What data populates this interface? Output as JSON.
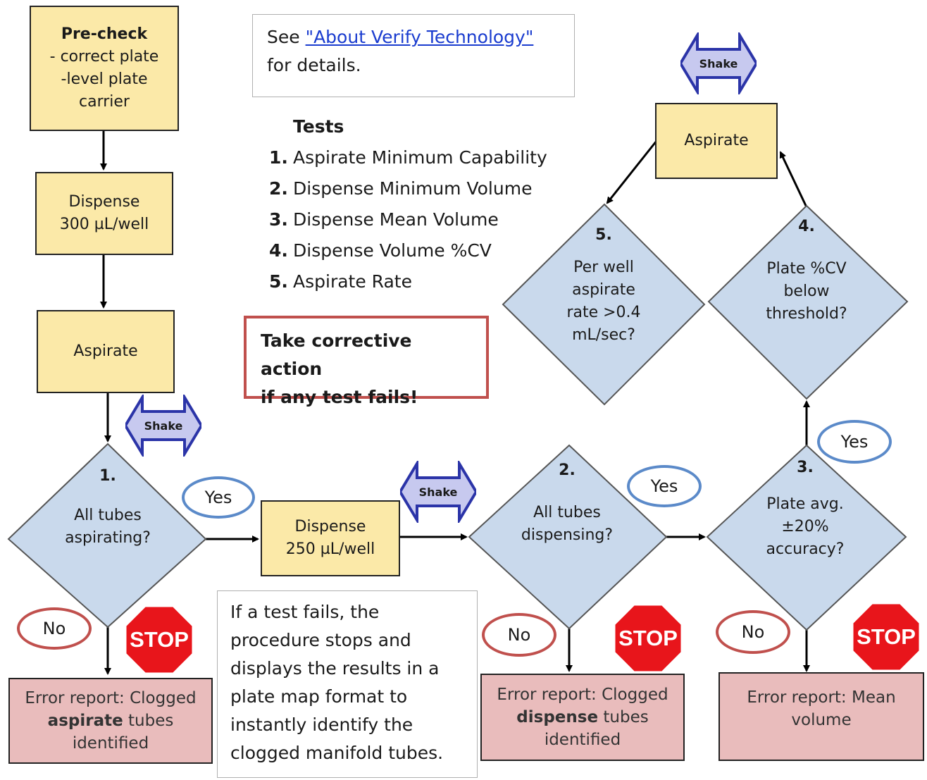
{
  "precheck": {
    "title": "Pre-check",
    "line1": "- correct plate",
    "line2": "-level plate",
    "line3": "carrier"
  },
  "dispense300": {
    "line1": "Dispense",
    "line2": "300 µL/well"
  },
  "aspirate_left": {
    "label": "Aspirate"
  },
  "aspirate_top": {
    "label": "Aspirate"
  },
  "dispense250": {
    "line1": "Dispense",
    "line2": "250 µL/well"
  },
  "shake_label": "Shake",
  "see_note": {
    "prefix": "See ",
    "link": "\"About  Verify Technology\"",
    "suffix": "for details."
  },
  "tests": {
    "title": "Tests",
    "items": [
      {
        "num": "1.",
        "label": "Aspirate Minimum Capability"
      },
      {
        "num": "2.",
        "label": "Dispense Minimum Volume"
      },
      {
        "num": "3.",
        "label": "Dispense Mean Volume"
      },
      {
        "num": "4.",
        "label": "Dispense Volume %CV"
      },
      {
        "num": "5.",
        "label": "Aspirate Rate"
      }
    ]
  },
  "warning": {
    "line1": "Take corrective action",
    "line2": "if any test fails!"
  },
  "decisions": {
    "d1": {
      "num": "1.",
      "line1": "All tubes",
      "line2": "aspirating?"
    },
    "d2": {
      "num": "2.",
      "line1": "All tubes",
      "line2": "dispensing?"
    },
    "d3": {
      "num": "3.",
      "line1": "Plate avg.",
      "line2": "±20%",
      "line3": "accuracy?"
    },
    "d4": {
      "num": "4.",
      "line1": "Plate %CV",
      "line2": "below",
      "line3": "threshold?"
    },
    "d5": {
      "num": "5.",
      "line1": "Per well",
      "line2": "aspirate",
      "line3": "rate >0.4",
      "line4": "mL/sec?"
    }
  },
  "yes_label": "Yes",
  "no_label": "No",
  "stop_label": "STOP",
  "errors": {
    "e1": {
      "line1": "Error report:  Clogged",
      "bold": "aspirate",
      "rest": " tubes",
      "line3": "identified"
    },
    "e2": {
      "line1": "Error report:  Clogged",
      "bold": "dispense",
      "rest": " tubes",
      "line3": "identified"
    },
    "e3": {
      "line1": "Error report: Mean",
      "line2": "volume"
    }
  },
  "fail_note": {
    "lines": [
      "If a test fails, the",
      "procedure stops  and",
      "displays the results in a",
      "plate map format to",
      "instantly identify the",
      "clogged manifold tubes."
    ]
  },
  "colors": {
    "process_fill": "#fbe9a8",
    "decision_fill": "#c9d9ec",
    "error_fill": "#e9bcbc",
    "yes_border": "#5b8ac9",
    "no_border": "#c0504d",
    "stop_red": "#e8151b",
    "shake_blue": "#2b34a8"
  }
}
